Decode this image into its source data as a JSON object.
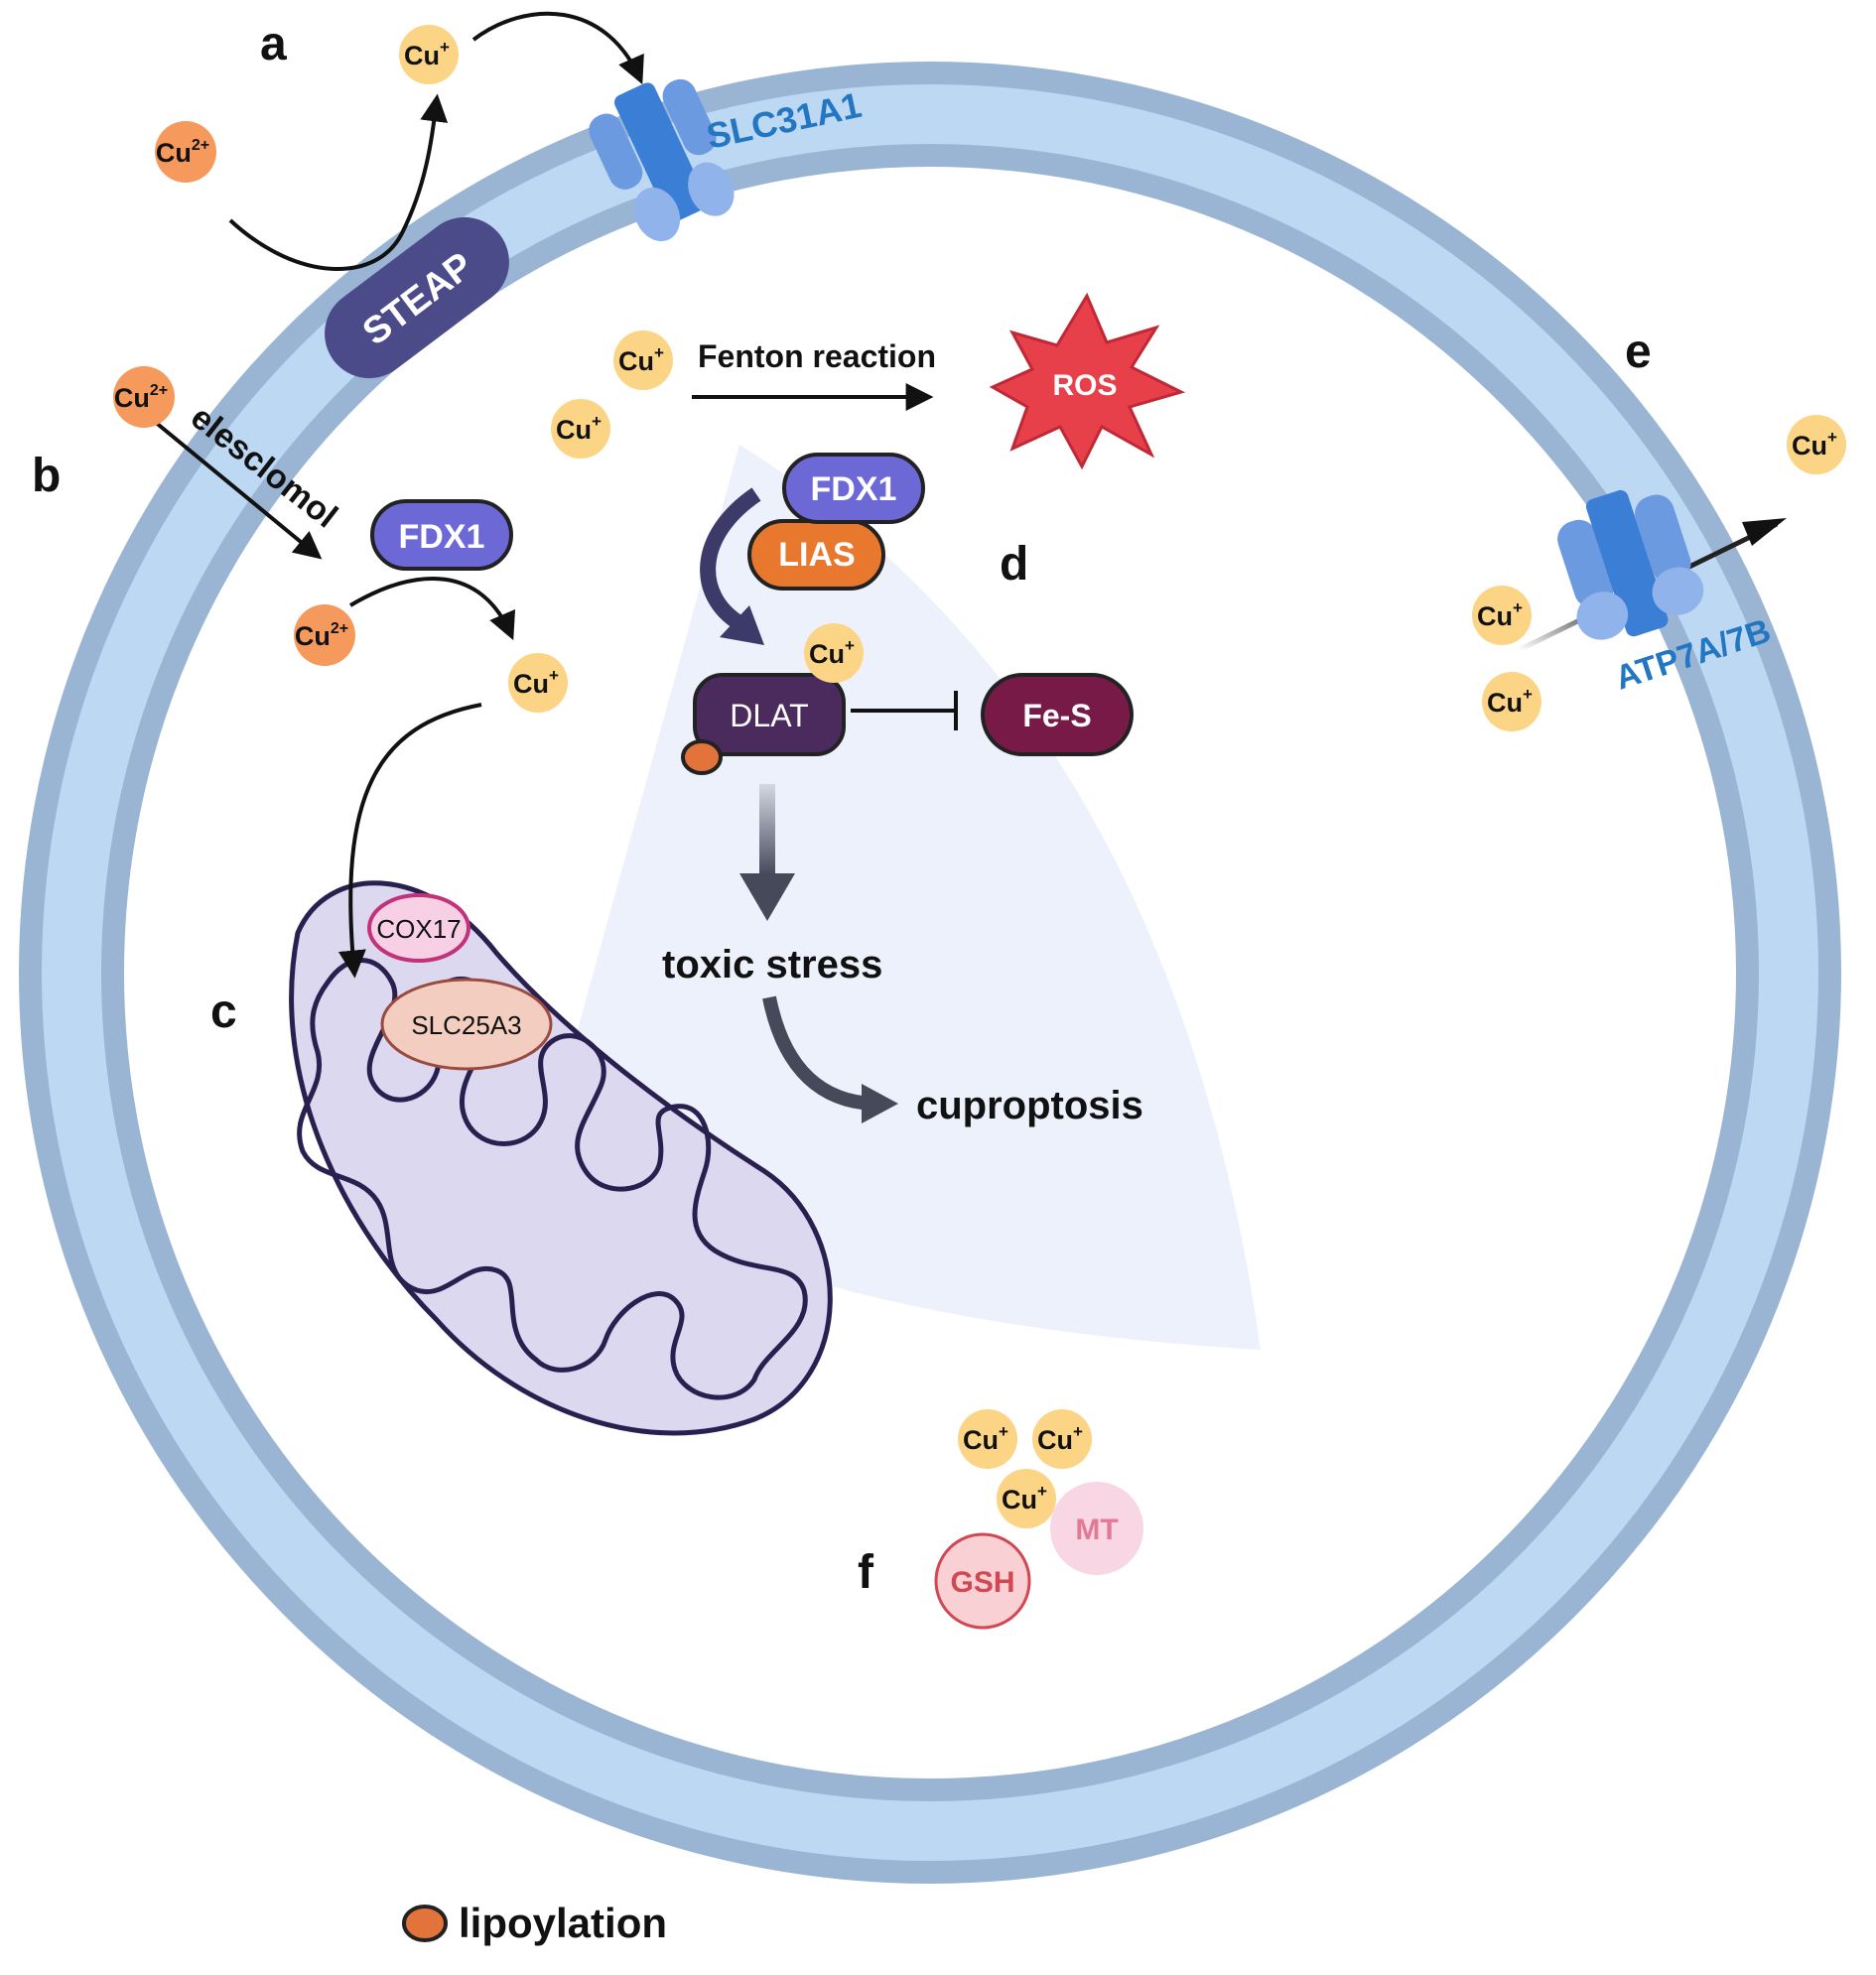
{
  "panel_letters": {
    "a": "a",
    "b": "b",
    "c": "c",
    "d": "d",
    "e": "e",
    "f": "f"
  },
  "ions": {
    "cu2": "Cu",
    "cu2_charge": "2+",
    "cu1": "Cu",
    "cu1_charge": "+"
  },
  "proteins": {
    "steap": "STEAP",
    "slc31a1": "SLC31A1",
    "atp7": "ATP7A/7B",
    "fdx1": "FDX1",
    "lias": "LIAS",
    "dlat": "DLAT",
    "fes": "Fe-S",
    "cox17": "COX17",
    "slc25a3": "SLC25A3",
    "gsh": "GSH",
    "mt": "MT"
  },
  "labels": {
    "elesclomol": "elesclomol",
    "fenton": "Fenton reaction",
    "ros": "ROS",
    "toxic_stress": "toxic stress",
    "cuproptosis": "cuproptosis",
    "lipoylation_legend": "lipoylation"
  },
  "colors": {
    "membrane_outer": "#9ab5d3",
    "membrane_inner": "#bcd8f3",
    "cu2_fill": "#f59a5c",
    "cu1_fill": "#fbd585",
    "steap": "#4b4b8a",
    "fdx1": "#6c68d6",
    "lias": "#e9782f",
    "dlat": "#4b2a5e",
    "fes": "#781a48",
    "ros": "#e8404a",
    "transporter_blue": "#4a82d4",
    "text_blue": "#2276c2",
    "mito_fill": "#dcd8f0",
    "mito_stroke": "#2a2050"
  }
}
